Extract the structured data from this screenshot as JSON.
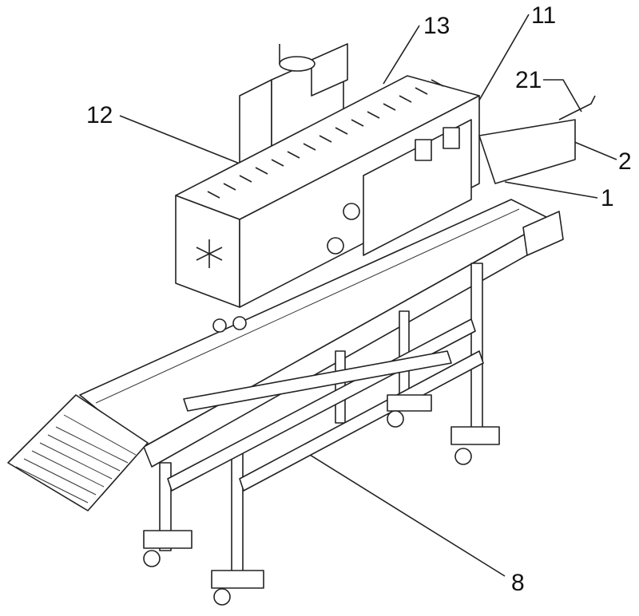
{
  "figure": {
    "labels": [
      {
        "id": "13",
        "text": "13"
      },
      {
        "id": "11",
        "text": "11"
      },
      {
        "id": "21",
        "text": "21"
      },
      {
        "id": "12",
        "text": "12"
      },
      {
        "id": "2",
        "text": "2"
      },
      {
        "id": "1",
        "text": "1"
      },
      {
        "id": "8",
        "text": "8"
      }
    ]
  }
}
